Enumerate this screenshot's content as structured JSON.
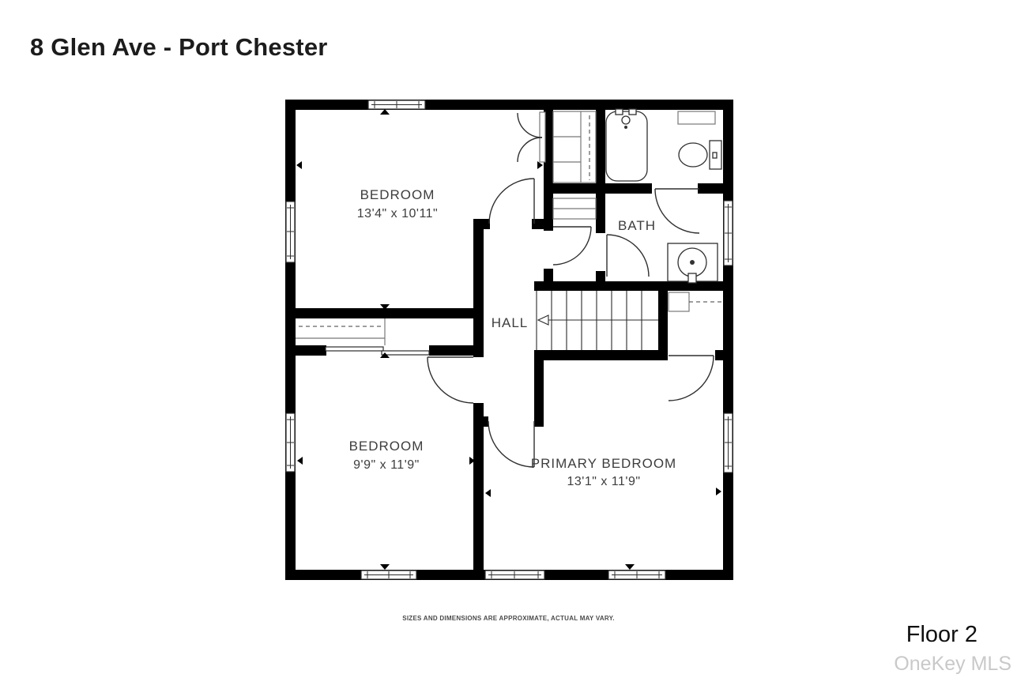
{
  "header": {
    "title": "8 Glen Ave - Port Chester"
  },
  "footer": {
    "disclaimer": "SIZES AND DIMENSIONS ARE APPROXIMATE, ACTUAL MAY VARY.",
    "floor_label": "Floor 2",
    "watermark": "OneKey MLS"
  },
  "floor_plan": {
    "rooms": [
      {
        "id": "bedroom-1",
        "name": "BEDROOM",
        "dimensions": "13'4\" x 10'11\""
      },
      {
        "id": "bath",
        "name": "BATH",
        "dimensions": ""
      },
      {
        "id": "hall",
        "name": "HALL",
        "dimensions": ""
      },
      {
        "id": "bedroom-2",
        "name": "BEDROOM",
        "dimensions": "9'9\" x 11'9\""
      },
      {
        "id": "primary-bedroom",
        "name": "PRIMARY BEDROOM",
        "dimensions": "13'1\" x 11'9\""
      }
    ],
    "fixtures": [
      "bathtub",
      "toilet",
      "sink",
      "stairs",
      "closet-rods",
      "bifold-closet",
      "sliding-closet"
    ],
    "colors": {
      "wall": "#000000",
      "line": "#2f2f2f",
      "label": "#3d3d3d",
      "watermark": "#c9c9c9"
    }
  }
}
